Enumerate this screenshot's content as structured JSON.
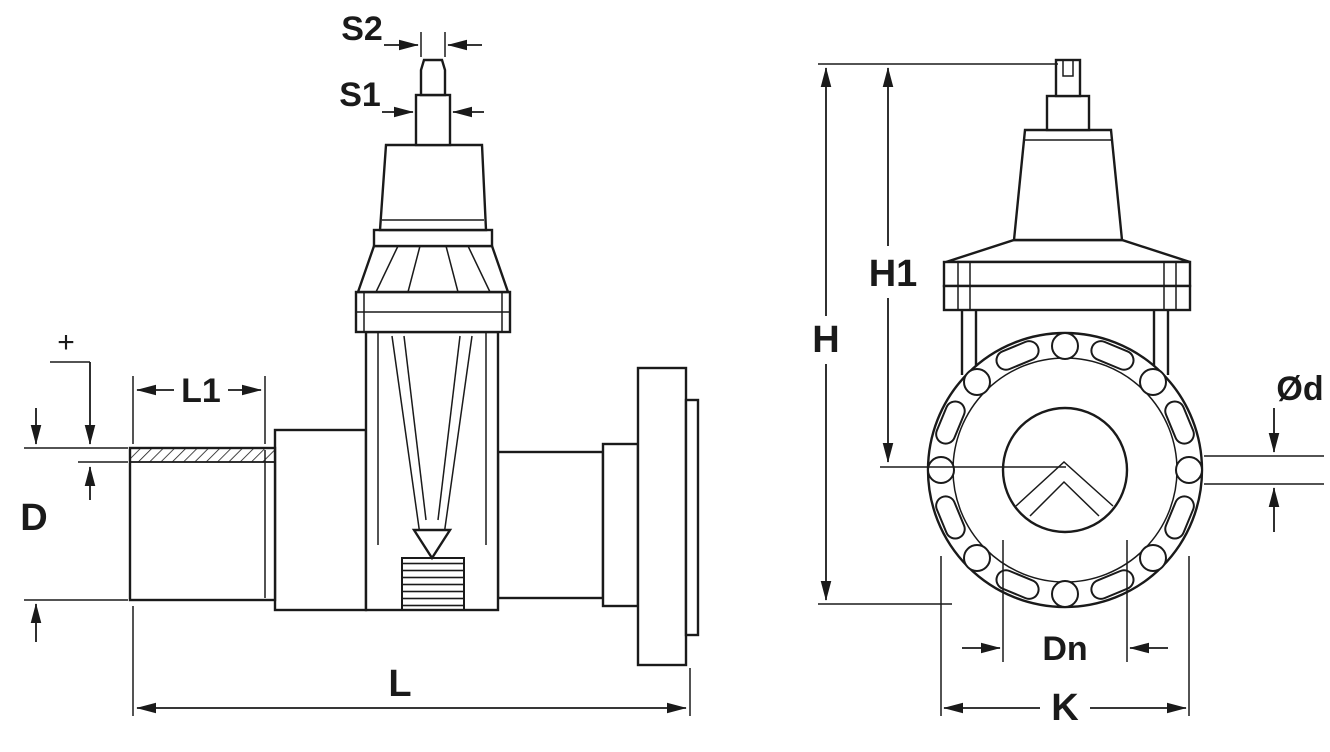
{
  "drawing": {
    "labels": {
      "s2": "S2",
      "s1": "S1",
      "l1": "L1",
      "d": "D",
      "l": "L",
      "h": "H",
      "h1": "H1",
      "od": "Ød",
      "dn": "Dn",
      "k": "K",
      "tolerance_plus": "+"
    },
    "colors": {
      "line": "#1a1a1a",
      "background": "#ffffff"
    }
  }
}
